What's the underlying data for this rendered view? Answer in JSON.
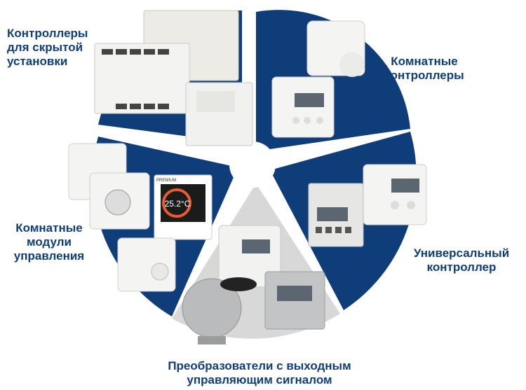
{
  "colors": {
    "navy": "#0f3d7a",
    "gray": "#d8d8d8",
    "device": "#f2f2f0",
    "lcd": "#5b6670"
  },
  "segments": [
    {
      "id": "hidden",
      "lines": [
        "Контроллеры",
        "для скрытой",
        "установки"
      ]
    },
    {
      "id": "room",
      "lines": [
        "Комнатные",
        "контроллеры"
      ]
    },
    {
      "id": "universal",
      "lines": [
        "Универсальный",
        "контроллер"
      ]
    },
    {
      "id": "modules",
      "lines": [
        "Комнатные",
        "модули",
        "управления"
      ]
    },
    {
      "id": "converters",
      "lines": [
        "Преобразователи с выходным",
        "управляющим сигналом"
      ]
    }
  ],
  "display": {
    "temperature": "25.2°C",
    "brand": "PREMIUM"
  }
}
